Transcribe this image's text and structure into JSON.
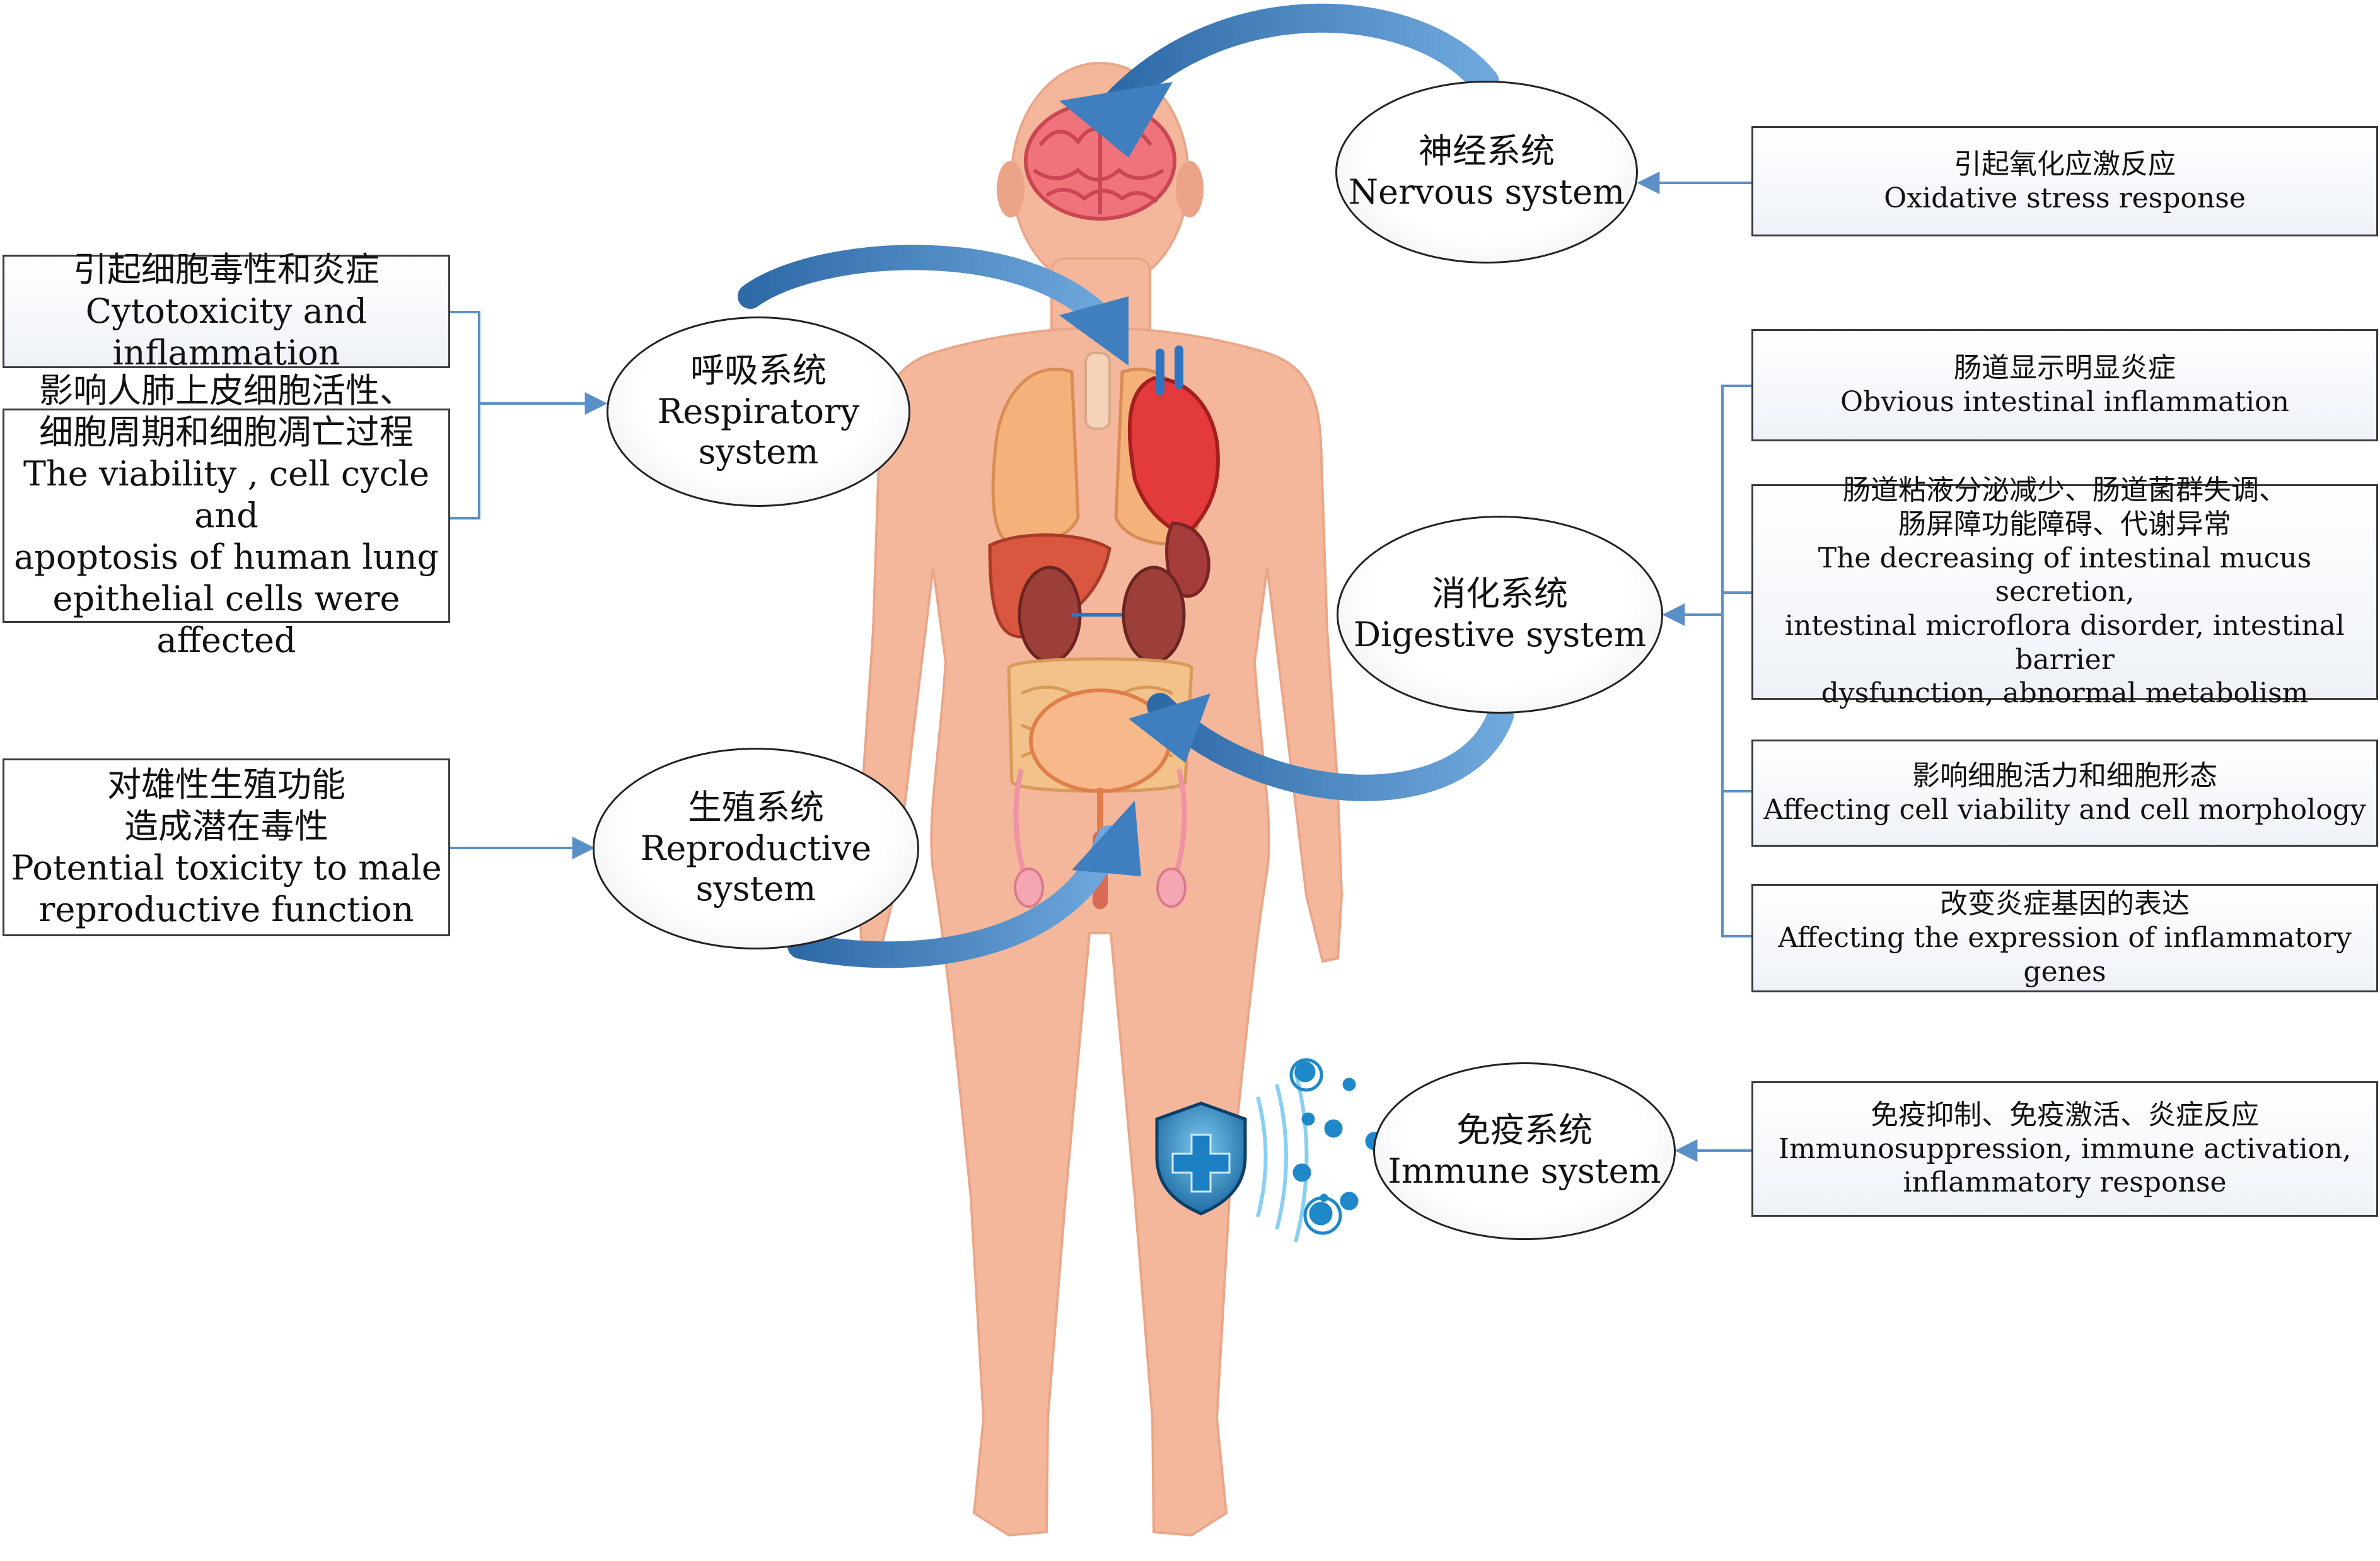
{
  "systems": {
    "nervous": {
      "zh": "神经系统",
      "en": "Nervous system"
    },
    "respiratory": {
      "zh": "呼吸系统",
      "en1": "Respiratory",
      "en2": "system"
    },
    "digestive": {
      "zh": "消化系统",
      "en": "Digestive system"
    },
    "reproductive": {
      "zh": "生殖系统",
      "en1": "Reproductive",
      "en2": "system"
    },
    "immune": {
      "zh": "免疫系统",
      "en": "Immune system"
    }
  },
  "effects": {
    "oxidative": {
      "zh": "引起氧化应激反应",
      "en": "Oxidative stress response"
    },
    "cytotoxicity": {
      "zh": "引起细胞毒性和炎症",
      "en": "Cytotoxicity and inflammation"
    },
    "lung": {
      "zh1": "影响人肺上皮细胞活性、",
      "zh2": "细胞周期和细胞凋亡过程",
      "en1": "The viability , cell cycle and",
      "en2": "apoptosis of human lung",
      "en3": "epithelial cells were affected"
    },
    "male": {
      "zh1": "对雄性生殖功能",
      "zh2": "造成潜在毒性",
      "en1": "Potential toxicity to male",
      "en2": "reproductive function"
    },
    "intestinal_inflammation": {
      "zh": "肠道显示明显炎症",
      "en": "Obvious intestinal inflammation"
    },
    "mucus": {
      "zh1": "肠道粘液分泌减少、肠道菌群失调、",
      "zh2": "肠屏障功能障碍、代谢异常",
      "en1": "The decreasing of intestinal mucus secretion,",
      "en2": "intestinal microflora disorder, intestinal barrier",
      "en3": "dysfunction, abnormal metabolism"
    },
    "viability": {
      "zh": "影响细胞活力和细胞形态",
      "en": "Affecting cell viability and cell morphology"
    },
    "genes": {
      "zh": "改变炎症基因的表达",
      "en": "Affecting the expression of inflammatory genes"
    },
    "immune": {
      "zh": "免疫抑制、免疫激活、炎症反应",
      "en1": "Immunosuppression, immune activation,",
      "en2": "inflammatory response"
    }
  },
  "colors": {
    "skin": "#f4b79c",
    "skin_shadow": "#e89f85",
    "arrow": "#3f7fbf",
    "connector": "#5b8fc7",
    "box_border": "#3b3b3b"
  },
  "icons": [
    "brain-icon",
    "lung-icon",
    "heart-icon",
    "liver-icon",
    "kidney-icon",
    "intestine-icon",
    "bladder-icon",
    "shield-icon",
    "virus-icon"
  ]
}
